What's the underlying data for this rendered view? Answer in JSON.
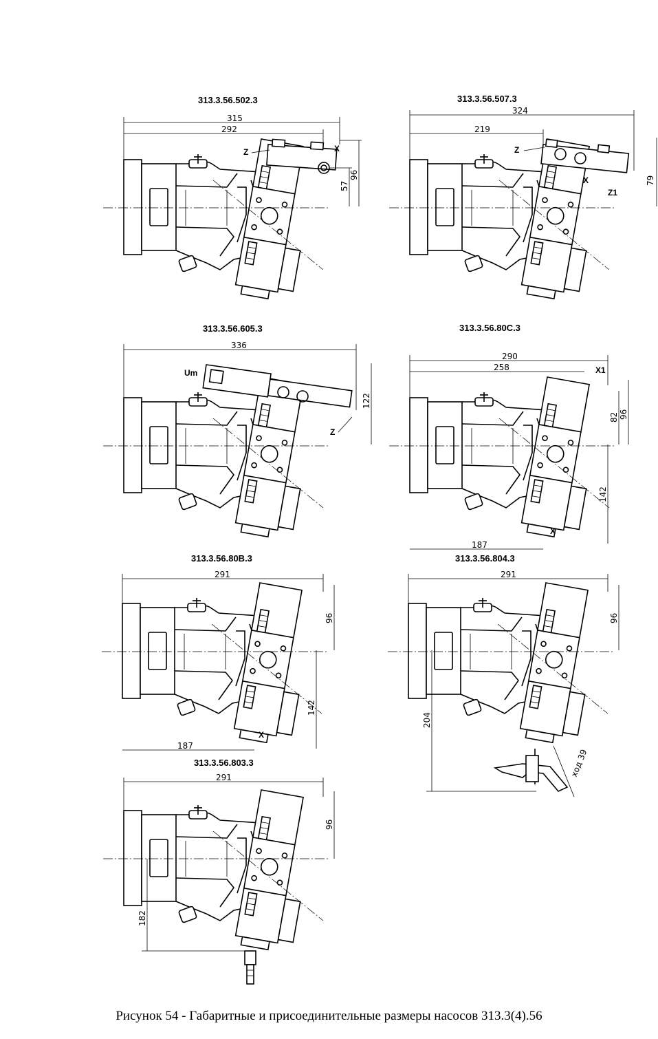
{
  "caption": "Рисунок 54 - Габаритные и присоединительные размеры насосов 313.3(4).56",
  "drawings": [
    {
      "title": "313.3.56.502.3",
      "dims": [
        "315",
        "292",
        "57",
        "96"
      ],
      "ports": [
        "Z",
        "X"
      ]
    },
    {
      "title": "313.3.56.507.3",
      "dims": [
        "324",
        "219",
        "79"
      ],
      "ports": [
        "Z",
        "X",
        "Z1"
      ]
    },
    {
      "title": "313.3.56.605.3",
      "dims": [
        "336",
        "122"
      ],
      "ports": [
        "Um",
        "Z"
      ]
    },
    {
      "title": "313.3.56.80C.3",
      "dims": [
        "290",
        "258",
        "82",
        "96",
        "142",
        "187"
      ],
      "ports": [
        "X1",
        "X"
      ]
    },
    {
      "title": "313.3.56.80B.3",
      "dims": [
        "291",
        "96",
        "142",
        "187"
      ],
      "ports": [
        "X"
      ]
    },
    {
      "title": "313.3.56.804.3",
      "dims": [
        "291",
        "96",
        "204",
        "ход 39"
      ],
      "ports": []
    },
    {
      "title": "313.3.56.803.3",
      "dims": [
        "291",
        "96",
        "182"
      ],
      "ports": []
    }
  ]
}
